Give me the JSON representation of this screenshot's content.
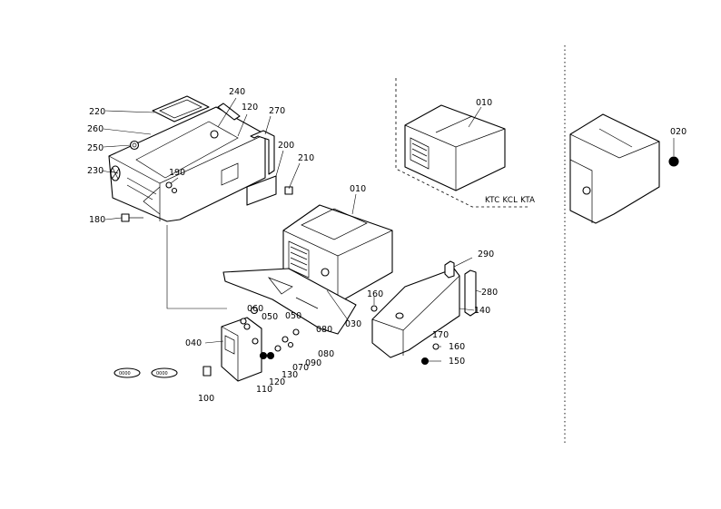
{
  "parts": {
    "p010_main": "010",
    "p010_inset": "010",
    "p020": "020",
    "p030": "030",
    "p040": "040",
    "p050a": "050",
    "p050b": "050",
    "p060": "060",
    "p070": "070",
    "p080a": "080",
    "p080b": "080",
    "p090": "090",
    "p100": "100",
    "p110": "110",
    "p120": "120",
    "p130": "130",
    "p140": "140",
    "p150": "150",
    "p160a": "160",
    "p160b": "160",
    "p170": "170",
    "p180": "180",
    "p190": "190",
    "p200": "200",
    "p210": "210",
    "p220": "220",
    "p230": "230",
    "p240": "240",
    "p250": "250",
    "p260": "260",
    "p270": "270",
    "p280": "280",
    "p290": "290"
  },
  "inset_note": "KTC KCL KTA"
}
